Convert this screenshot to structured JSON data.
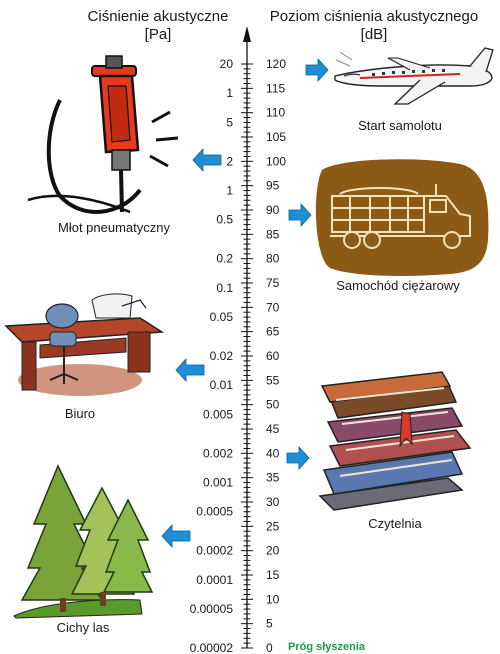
{
  "header": {
    "left_title": "Ciśnienie akustyczne",
    "left_unit": "[Pa]",
    "right_title": "Poziom ciśnienia akustycznego",
    "right_unit": "[dB]"
  },
  "scale": {
    "pa_labels": [
      "20",
      "1",
      "5",
      "2",
      "1",
      "0.5",
      "0.2",
      "0.1",
      "0.05",
      "0.02",
      "0.01",
      "0.005",
      "0.002",
      "0.001",
      "0.0005",
      "0.0002",
      "0.0001",
      "0.00005",
      "0.00002"
    ],
    "db_labels": [
      "120",
      "115",
      "110",
      "105",
      "100",
      "95",
      "90",
      "85",
      "80",
      "75",
      "70",
      "65",
      "60",
      "55",
      "50",
      "45",
      "40",
      "35",
      "30",
      "25",
      "20",
      "15",
      "10",
      "5",
      "0"
    ],
    "threshold_label": "Próg słyszenia"
  },
  "examples": {
    "airplane": "Start samolotu",
    "jackhammer": "Młot pneumatyczny",
    "truck": "Samochód ciężarowy",
    "office": "Biuro",
    "library": "Czytelnia",
    "forest": "Cichy las"
  },
  "colors": {
    "arrow": "#1e8fd6",
    "axis": "#111111",
    "truck_bg": "#8b5a14",
    "threshold": "#1e9a4a"
  }
}
